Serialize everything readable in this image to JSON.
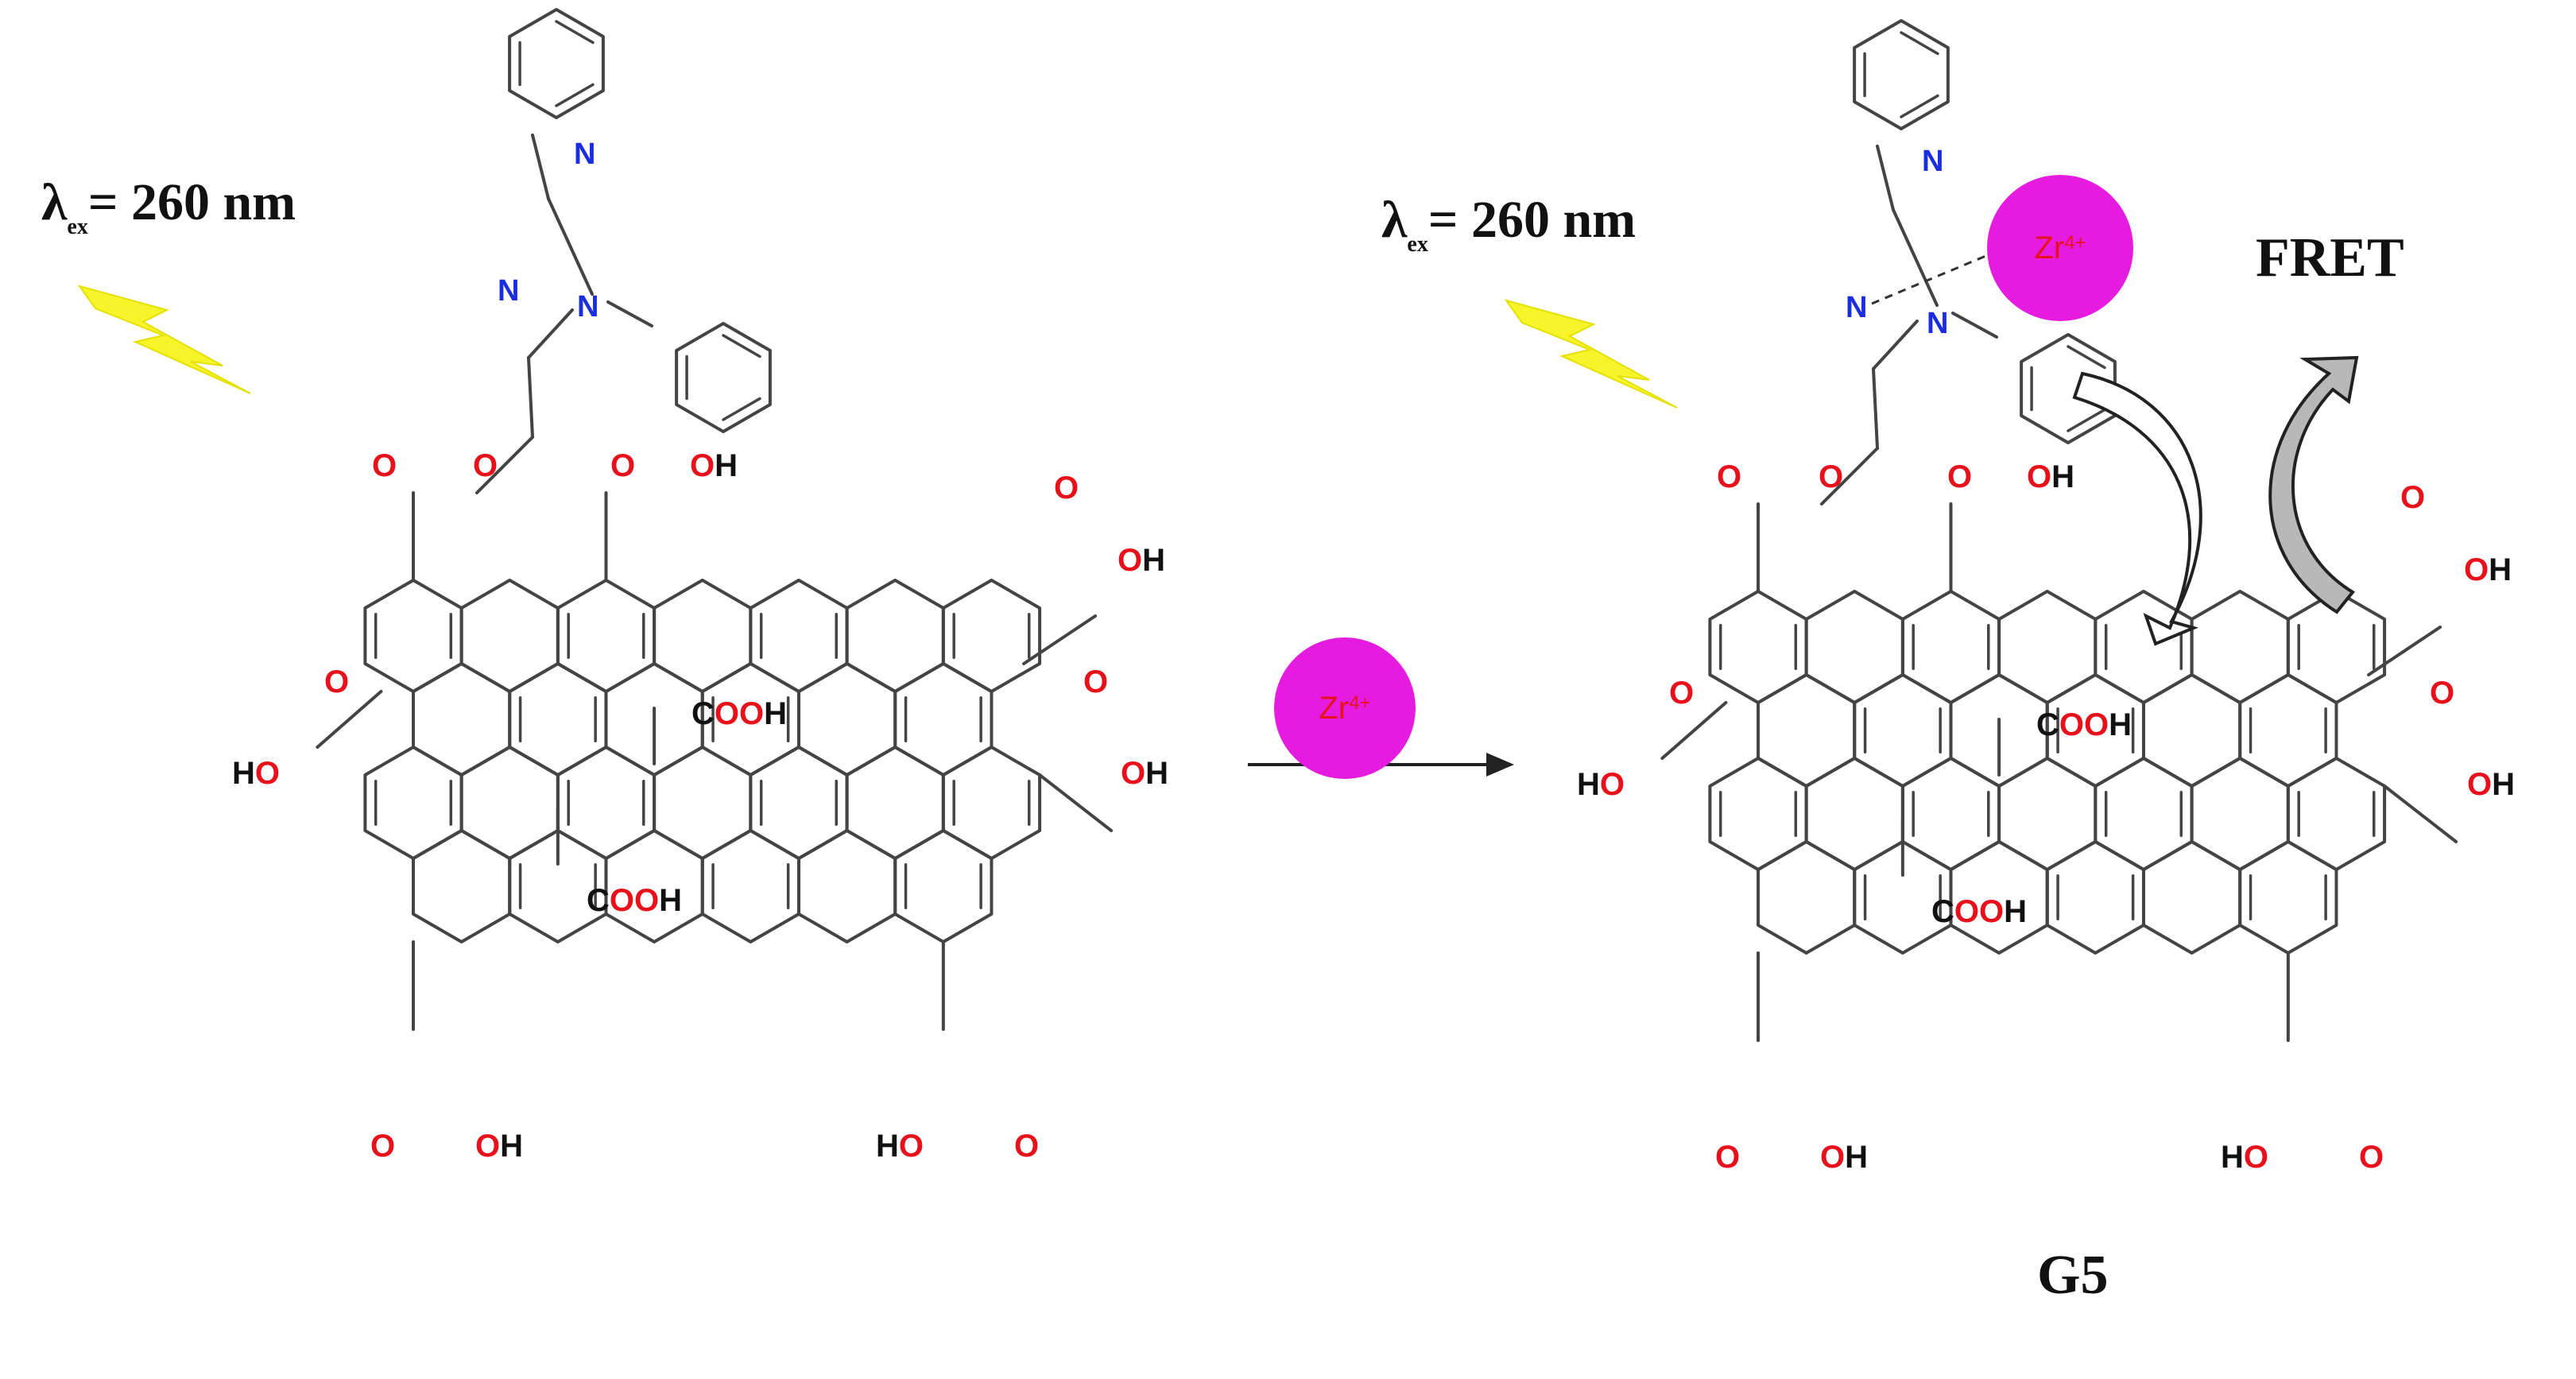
{
  "excitation": {
    "left": "λ",
    "left_sub": "ex",
    "left_rest": "= 260 nm",
    "right": "λ",
    "right_sub": "ex",
    "right_rest": "= 260 nm"
  },
  "ion": {
    "symbol": "Zr",
    "charge": "4+"
  },
  "fret_label": "FRET",
  "product_label": "G5",
  "groups": {
    "oh": "OH",
    "ho": "HO",
    "o": "O",
    "n": "N",
    "cooh_c": "C",
    "cooh_oo": "OO",
    "cooh_h": "H"
  },
  "colors": {
    "oxygen": "#e8101a",
    "nitrogen": "#1a2ee0",
    "bond": "#444444",
    "ion_fill": "#e51ce0",
    "lightning": "#f5f52a",
    "fret_arrow_left": "#ffffff",
    "fret_arrow_right": "#b8b8b8"
  },
  "icons": [
    "lightning-icon",
    "reaction-arrow-icon",
    "fret-arrow-icon"
  ]
}
